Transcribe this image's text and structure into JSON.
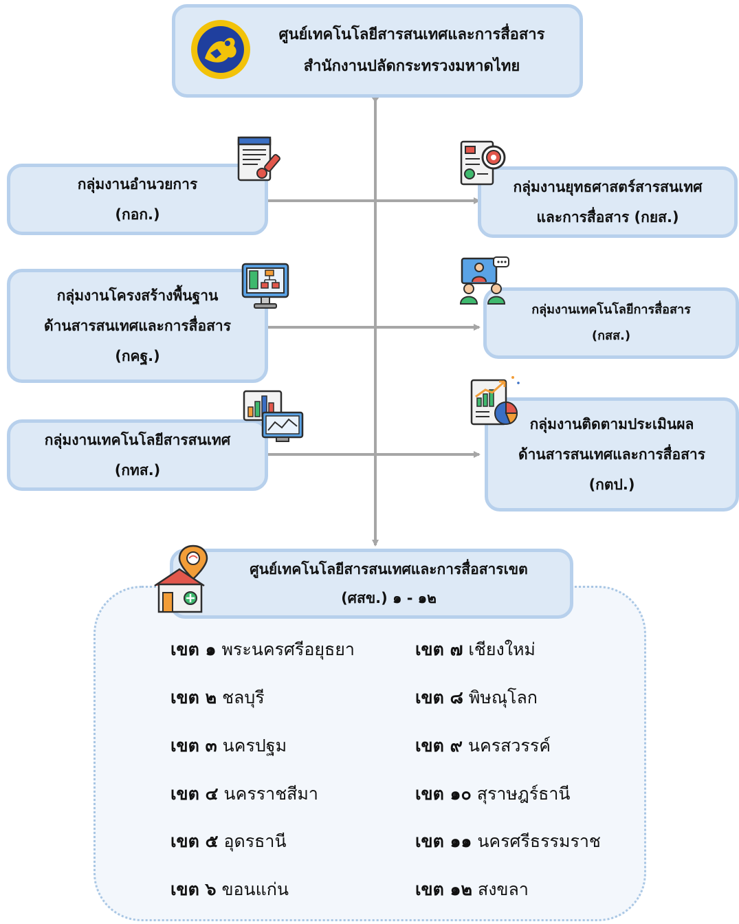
{
  "header": {
    "line1": "ศูนย์เทคโนโลยีสารสนเทศและการสื่อสาร",
    "line2": "สำนักงานปลัดกระทรวงมหาดไทย",
    "logo": "seal-emblem"
  },
  "groups": {
    "admin": {
      "line1": "กลุ่มงานอำนวยการ",
      "line2": "(กอก.)",
      "icon": "document-stamp-icon"
    },
    "strategy": {
      "line1": "กลุ่มงานยุทธศาสตร์สารสนเทศ",
      "line2": "และการสื่อสาร (กยส.)",
      "icon": "report-target-icon"
    },
    "infrastructure": {
      "line1": "กลุ่มงานโครงสร้างพื้นฐาน",
      "line2": "ด้านสารสนเทศและการสื่อสาร",
      "line3": "(กคฐ.)",
      "icon": "monitor-flowchart-icon"
    },
    "communication": {
      "line1": "กลุ่มงานเทคโนโลยีการสื่อสาร",
      "line2": "(กสส.)",
      "icon": "video-conference-icon"
    },
    "it": {
      "line1": "กลุ่มงานเทคโนโลยีสารสนเทศ",
      "line2": "(กทส.)",
      "icon": "analytics-dashboard-icon"
    },
    "evaluation": {
      "line1": "กลุ่มงานติดตามประเมินผล",
      "line2": "ด้านสารสนเทศและการสื่อสาร",
      "line3": "(กตป.)",
      "icon": "report-chart-icon"
    }
  },
  "regional": {
    "line1": "ศูนย์เทคโนโลยีสารสนเทศและการสื่อสารเขต",
    "line2": "(ศสข.) ๑ - ๑๒",
    "icon": "office-location-icon",
    "regions": [
      {
        "zone": "เขต ๑",
        "name": "พระนครศรีอยุธยา"
      },
      {
        "zone": "เขต ๒",
        "name": "ชลบุรี"
      },
      {
        "zone": "เขต ๓",
        "name": "นครปฐม"
      },
      {
        "zone": "เขต ๔",
        "name": "นครราชสีมา"
      },
      {
        "zone": "เขต ๕",
        "name": "อุดรธานี"
      },
      {
        "zone": "เขต ๖",
        "name": "ขอนแก่น"
      },
      {
        "zone": "เขต ๗",
        "name": "เชียงใหม่"
      },
      {
        "zone": "เขต ๘",
        "name": "พิษณุโลก"
      },
      {
        "zone": "เขต ๙",
        "name": "นครสวรรค์"
      },
      {
        "zone": "เขต ๑๐",
        "name": "สุราษฎร์ธานี"
      },
      {
        "zone": "เขต ๑๑",
        "name": "นครศรีธรรมราช"
      },
      {
        "zone": "เขต ๑๒",
        "name": "สงขลา"
      }
    ]
  },
  "colors": {
    "box_fill": "#dde9f6",
    "box_border": "#b7d0ec",
    "connector": "#a6a6a6"
  }
}
